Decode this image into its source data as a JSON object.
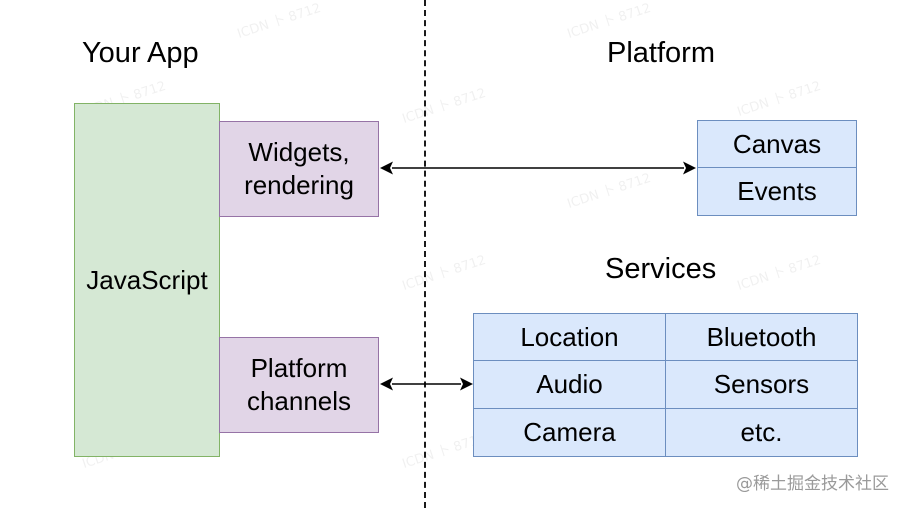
{
  "headings": {
    "your_app": "Your App",
    "platform": "Platform",
    "services": "Services"
  },
  "app": {
    "javascript": "JavaScript",
    "widgets_line1": "Widgets,",
    "widgets_line2": "rendering",
    "channels_line1": "Platform",
    "channels_line2": "channels"
  },
  "platform_items": [
    "Canvas",
    "Events"
  ],
  "services_items": [
    "Location",
    "Bluetooth",
    "Audio",
    "Sensors",
    "Camera",
    "etc."
  ],
  "watermark": {
    "text": "@稀土掘金技术社区",
    "faint": "ICDN 卜 8712"
  },
  "colors": {
    "green_fill": "#d5e8d4",
    "green_stroke": "#82b366",
    "purple_fill": "#e1d5e7",
    "purple_stroke": "#9673a6",
    "blue_fill": "#dae8fc",
    "blue_stroke": "#6c8ebf"
  }
}
